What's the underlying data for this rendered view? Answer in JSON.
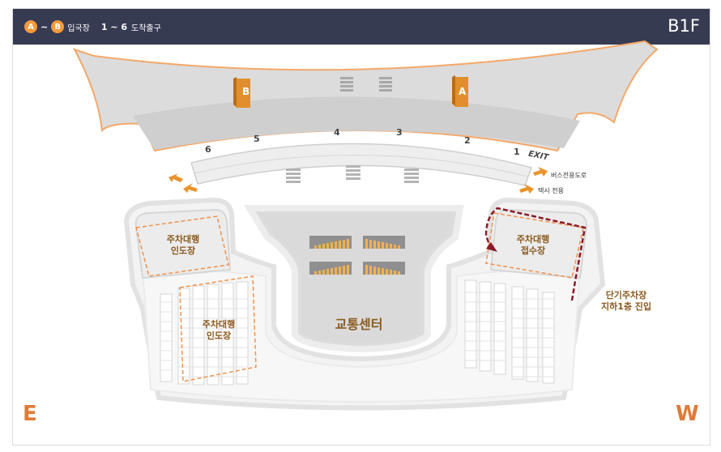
{
  "header": {
    "legend": {
      "gate_start": "A",
      "gate_end": "B",
      "tilde": "~",
      "gate_text": "입국장",
      "exit_range": "1 ~ 6",
      "exit_text": "도착출구"
    },
    "floor": "B1F"
  },
  "map": {
    "gates": [
      "B",
      "A"
    ],
    "exit_numbers": [
      "6",
      "5",
      "4",
      "3",
      "2",
      "1"
    ],
    "exit_label": "EXIT",
    "bus_road": "버스전용도로",
    "taxi_only": "택시 전용",
    "valet_dropoff_1_line1": "주차대행",
    "valet_dropoff_1_line2": "인도장",
    "valet_dropoff_2_line1": "주차대행",
    "valet_dropoff_2_line2": "인도장",
    "valet_reception_line1": "주차대행",
    "valet_reception_line2": "접수장",
    "transport_center": "교통센터",
    "short_term_line1": "단기주차장",
    "short_term_line2": "지하1층 진입",
    "compass_east": "E",
    "compass_west": "W"
  },
  "colors": {
    "header_bg": "#373b52",
    "accent_orange": "#f59a3b",
    "label_brown": "#8a5a1e",
    "route_red": "#8b1a2a",
    "building_gray": "#dadada"
  }
}
